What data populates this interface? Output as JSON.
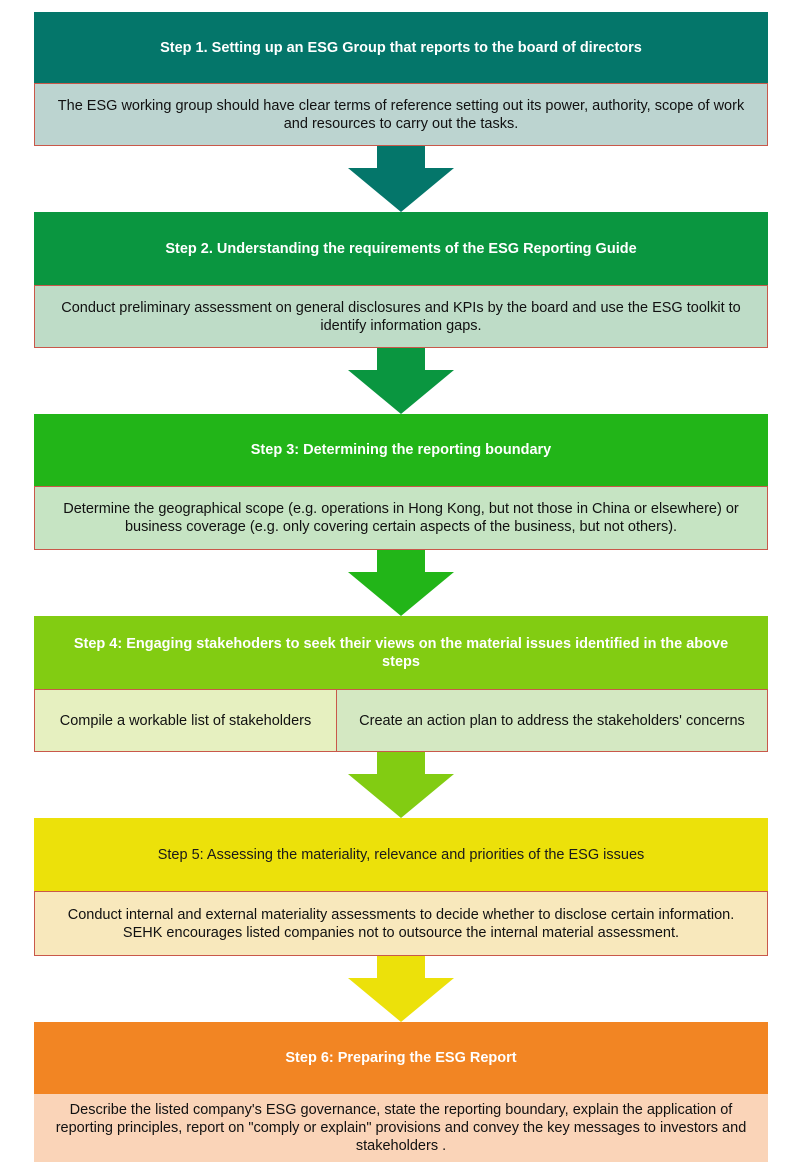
{
  "steps": [
    {
      "title": "Step 1. Setting up an ESG Group that reports to the board of directors",
      "body": "The ESG working group should have clear terms of reference setting out its power, authority, scope of work and resources to carry out the tasks.",
      "colors": {
        "header": "#04766a",
        "header_text": "#ffffff",
        "body": "#bcd4d0",
        "arrow": "#04766a"
      }
    },
    {
      "title": "Step 2. Understanding the requirements of the ESG Reporting Guide",
      "body": "Conduct preliminary assessment on general disclosures and KPIs by the board and use the ESG toolkit to identify information gaps.",
      "colors": {
        "header": "#0a9640",
        "header_text": "#ffffff",
        "body": "#bedcc7",
        "arrow": "#0a9640"
      }
    },
    {
      "title": "Step 3: Determining the reporting boundary",
      "body": "Determine the geographical scope (e.g. operations in Hong Kong, but not those in China or elsewhere) or business coverage (e.g. only covering certain aspects of the business, but not others).",
      "colors": {
        "header": "#22b518",
        "header_text": "#ffffff",
        "body": "#c6e4c3",
        "arrow": "#22b518"
      }
    },
    {
      "title": "Step 4: Engaging stakehoders to seek their views on the material issues identified in the above steps",
      "body_cells": [
        "Compile a workable list of stakeholders",
        "Create an action plan to address the stakeholders' concerns"
      ],
      "colors": {
        "header": "#82cc12",
        "header_text": "#ffffff",
        "body": "#e6f0c0",
        "body2": "#d4e8c2",
        "arrow": "#82cc12"
      }
    },
    {
      "title": "Step 5: Assessing the materiality, relevance and priorities of the ESG issues",
      "body": "Conduct internal and external materiality assessments to decide whether to disclose certain information.  SEHK encourages listed companies not to outsource the internal material assessment.",
      "colors": {
        "header": "#ece10a",
        "header_text": "#1a1a1a",
        "body": "#f8e8bc",
        "arrow": "#ece10a"
      }
    },
    {
      "title": "Step 6: Preparing the ESG Report",
      "body": "Describe the listed company's ESG governance, state the reporting boundary, explain the application of reporting principles, report on \"comply or explain\" provisions and convey the key messages to investors and stakeholders .",
      "colors": {
        "header": "#f28523",
        "header_text": "#ffffff",
        "body": "#fad4b8"
      }
    }
  ]
}
